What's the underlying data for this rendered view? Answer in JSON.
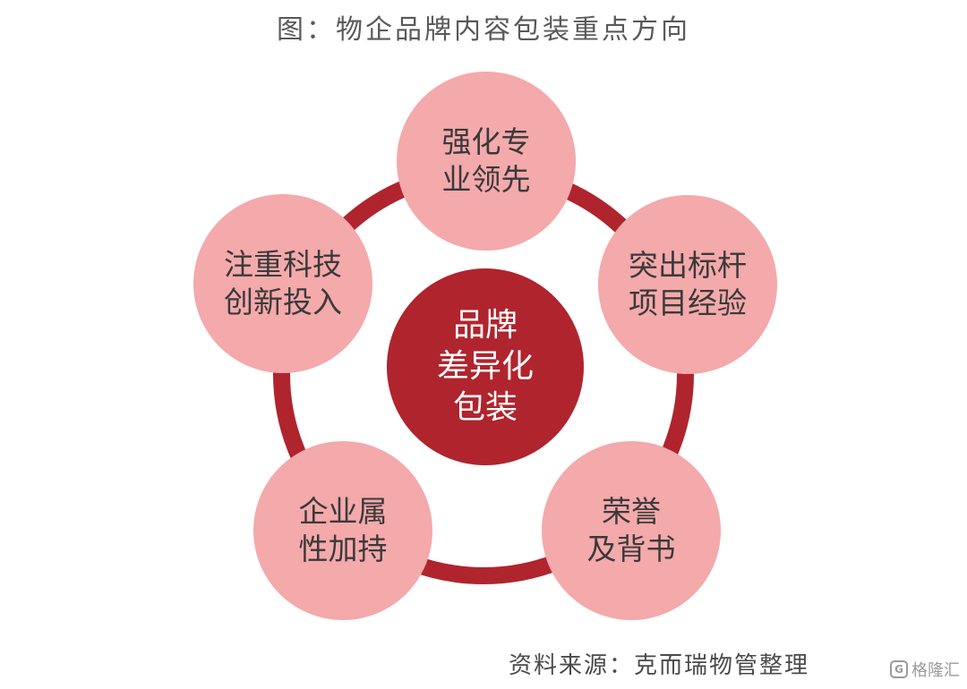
{
  "title": "图：物企品牌内容包装重点方向",
  "center": {
    "line1": "品牌",
    "line2": "差异化",
    "line3": "包装"
  },
  "nodes": [
    {
      "line1": "强化专",
      "line2": "业领先"
    },
    {
      "line1": "突出标杆",
      "line2": "项目经验"
    },
    {
      "line1": "荣誉",
      "line2": "及背书"
    },
    {
      "line1": "企业属",
      "line2": "性加持"
    },
    {
      "line1": "注重科技",
      "line2": "创新投入"
    }
  ],
  "source": "资料来源：克而瑞物管整理",
  "watermark": {
    "icon_text": "G",
    "text": "格隆汇"
  },
  "colors": {
    "ring": "#b0242e",
    "center_fill": "#b0242e",
    "node_fill": "#f4a9ab"
  }
}
